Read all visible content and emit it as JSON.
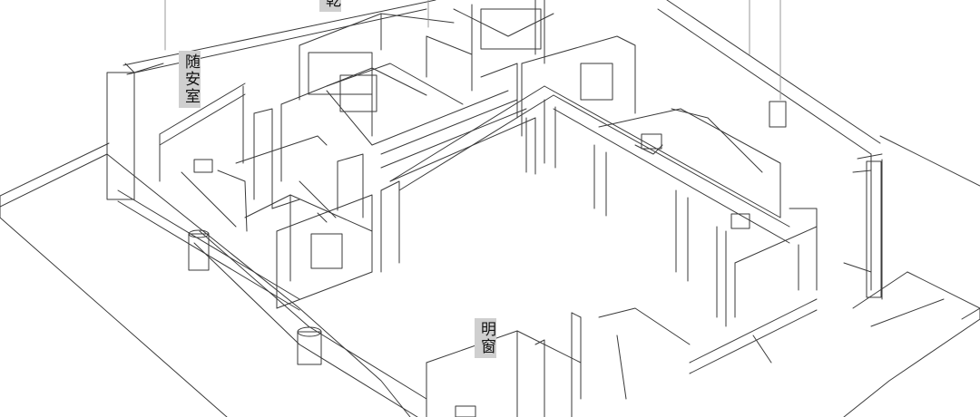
{
  "labels": {
    "suian_room": "随安室",
    "top_label": "乾",
    "bright_window": "明窗"
  },
  "colors": {
    "background": "#ffffff",
    "line": "#3a3a3a",
    "label_bg": "#cfcfcf",
    "text": "#111111"
  }
}
